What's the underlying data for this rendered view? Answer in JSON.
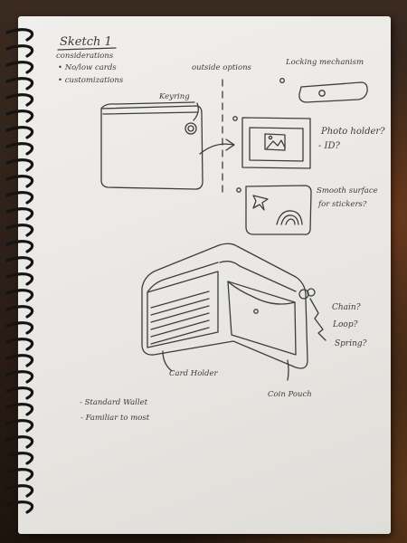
{
  "title": "Sketch 1",
  "considerations_heading": "considerations",
  "considerations": [
    "• No/low cards",
    "• customizations"
  ],
  "outside_options": "outside options",
  "locking_mechanism": "Locking mechanism",
  "keyring": "Keyring",
  "photo_holder": "Photo holder?",
  "photo_id": "- ID?",
  "smooth_surface_1": "Smooth surface",
  "smooth_surface_2": "for stickers?",
  "chain": "Chain?",
  "loop": "Loop?",
  "spring": "Spring?",
  "card_holder": "Card Holder",
  "coin_pouch": "Coin Pouch",
  "standard_wallet": "- Standard Wallet",
  "familiar": "- Familiar to most"
}
